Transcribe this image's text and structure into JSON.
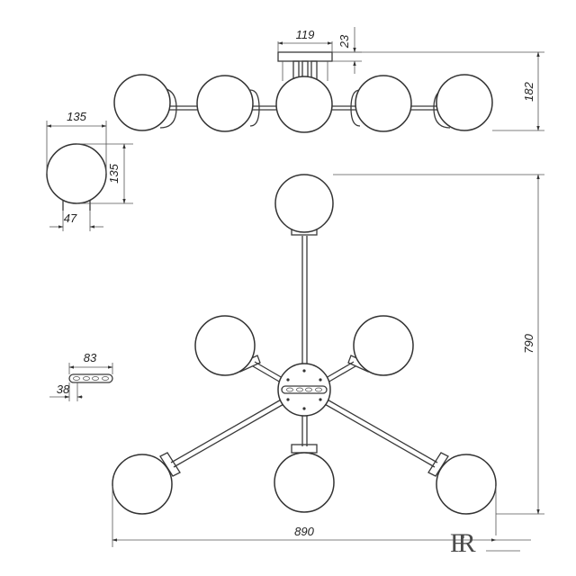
{
  "dimensions": {
    "canopy_width": "119",
    "canopy_height": "23",
    "side_height": "182",
    "globe_width": "135",
    "globe_height": "135",
    "globe_neck": "47",
    "plate_length": "83",
    "plate_width": "38",
    "total_height": "790",
    "total_width": "890"
  },
  "logo": {
    "text": "FR"
  }
}
